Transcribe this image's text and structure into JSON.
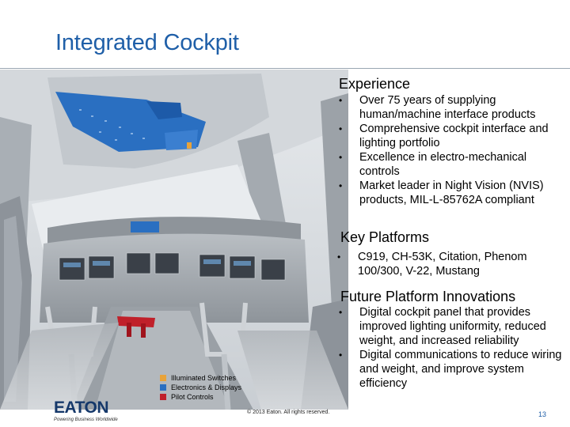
{
  "slide": {
    "title": "Integrated Cockpit",
    "copyright": "© 2013 Eaton. All rights reserved.",
    "page_number": "13"
  },
  "logo": {
    "text": "EATON",
    "tagline": "Powering Business Worldwide"
  },
  "experience": {
    "heading": "Experience",
    "bullets": [
      "Over 75 years of supplying human/machine interface products",
      "Comprehensive cockpit interface and lighting portfolio",
      "Excellence in electro-mechanical controls",
      "Market leader in Night Vision (NVIS) products, MIL-L-85762A compliant"
    ]
  },
  "key_platforms": {
    "heading": "Key Platforms",
    "bullets": [
      "C919, CH-53K, Citation, Phenom 100/300, V-22, Mustang"
    ]
  },
  "future": {
    "heading": "Future Platform Innovations",
    "bullets": [
      "Digital cockpit panel that provides improved lighting uniformity, reduced weight, and increased reliability",
      "Digital communications to reduce wiring and weight, and improve system efficiency"
    ]
  },
  "legend": {
    "items": [
      {
        "label": "Illuminated Switches",
        "color": "#e8a33a"
      },
      {
        "label": "Electronics & Displays",
        "color": "#2a6fc1"
      },
      {
        "label": "Pilot Controls",
        "color": "#c0202a"
      }
    ]
  },
  "colors": {
    "title": "#1f5fa8",
    "highlight_blue": "#2a6fc1",
    "highlight_red": "#c0202a",
    "highlight_orange": "#e8a33a"
  }
}
